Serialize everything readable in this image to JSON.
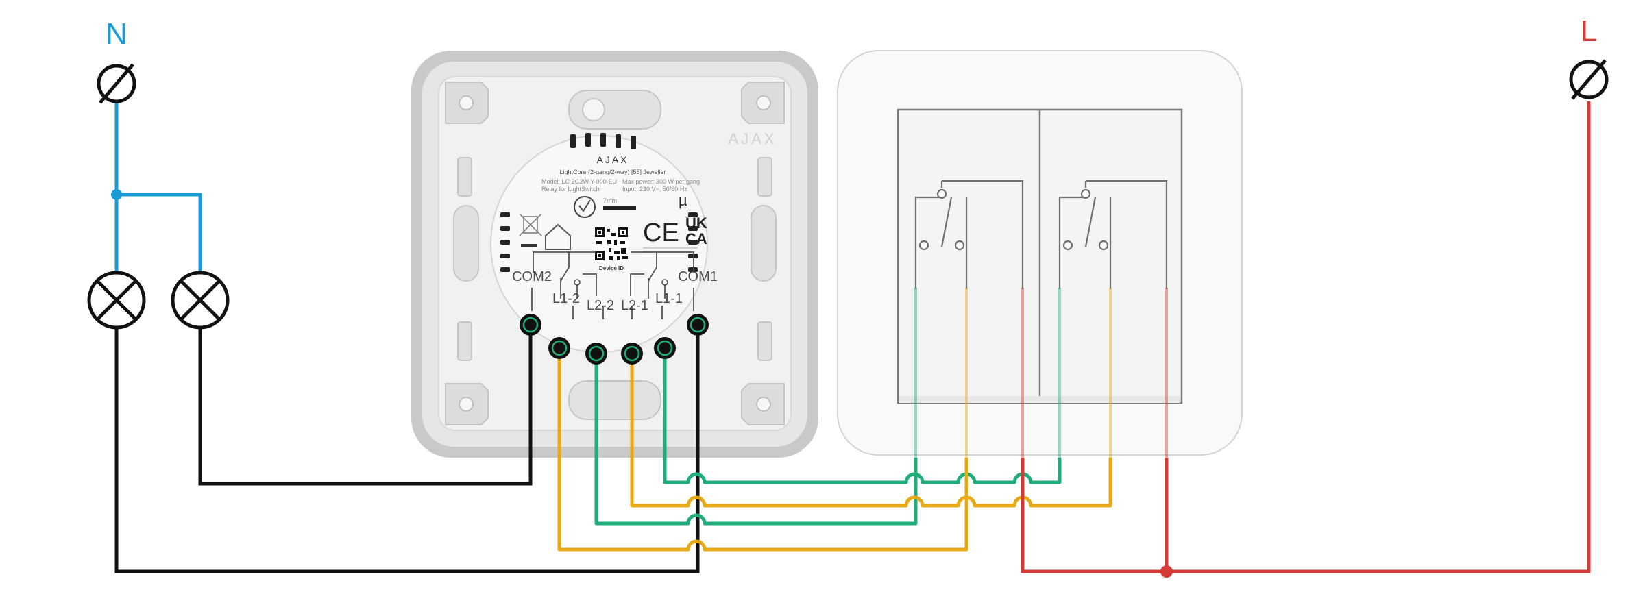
{
  "colors": {
    "neutral": "#1a9bd7",
    "live": "#d63a36",
    "black": "#111111",
    "green": "#1fae7a",
    "yellow": "#e8a912"
  },
  "terminals": {
    "neutral": "N",
    "live": "L"
  },
  "device": {
    "brand": "AJAX",
    "brand_frame": "AJAX",
    "product": "LightCore (2-gang/2-way) [55] Jeweller",
    "model_line": "Model: LC 2G2W Y-000-EU",
    "relay_line": "Relay for LightSwitch",
    "max_power": "Max power: 300 W per gang",
    "input": "Input: 230 V~, 50/60 Hz",
    "strip_length": "7mm",
    "device_id": "Device ID",
    "marks": [
      "CE",
      "UK",
      "CA",
      "µ"
    ],
    "ports": [
      "COM2",
      "L1-2",
      "L2-2",
      "L2-1",
      "L1-1",
      "COM1"
    ]
  },
  "icons": [
    "neutral-terminal-icon",
    "live-terminal-icon",
    "lamp-icon",
    "qr-code-icon",
    "weee-bin-icon",
    "house-icon",
    "ce-mark-icon",
    "ukca-mark-icon",
    "switch-contact-icon"
  ]
}
